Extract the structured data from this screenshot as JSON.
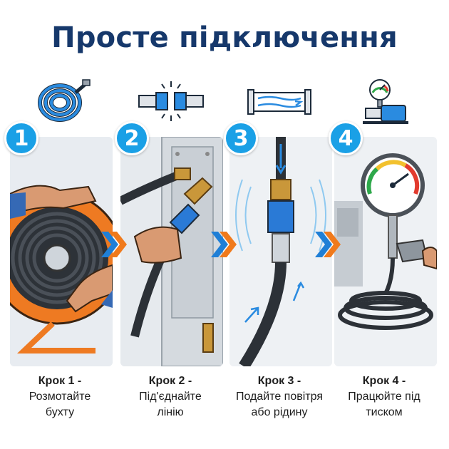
{
  "title": "Просте підключення",
  "colors": {
    "title": "#16386b",
    "badge": "#1aa0e6",
    "arrow_blue": "#1f7fd6",
    "arrow_orange": "#f07a1c"
  },
  "steps": [
    {
      "number": "1",
      "heading": "Крок 1 -",
      "lines": [
        "Розмотайте",
        "бухту"
      ],
      "icon": "hose-coil-icon"
    },
    {
      "number": "2",
      "heading": "Крок 2 -",
      "lines": [
        "Під'єднайте",
        "лінію"
      ],
      "icon": "connector-icon"
    },
    {
      "number": "3",
      "heading": "Крок 3 -",
      "lines": [
        "Подайте повітря",
        "або рідину"
      ],
      "icon": "airflow-pipe-icon"
    },
    {
      "number": "4",
      "heading": "Крок 4 -",
      "lines": [
        "Працюйте під",
        "тиском"
      ],
      "icon": "pressure-pump-icon"
    }
  ]
}
